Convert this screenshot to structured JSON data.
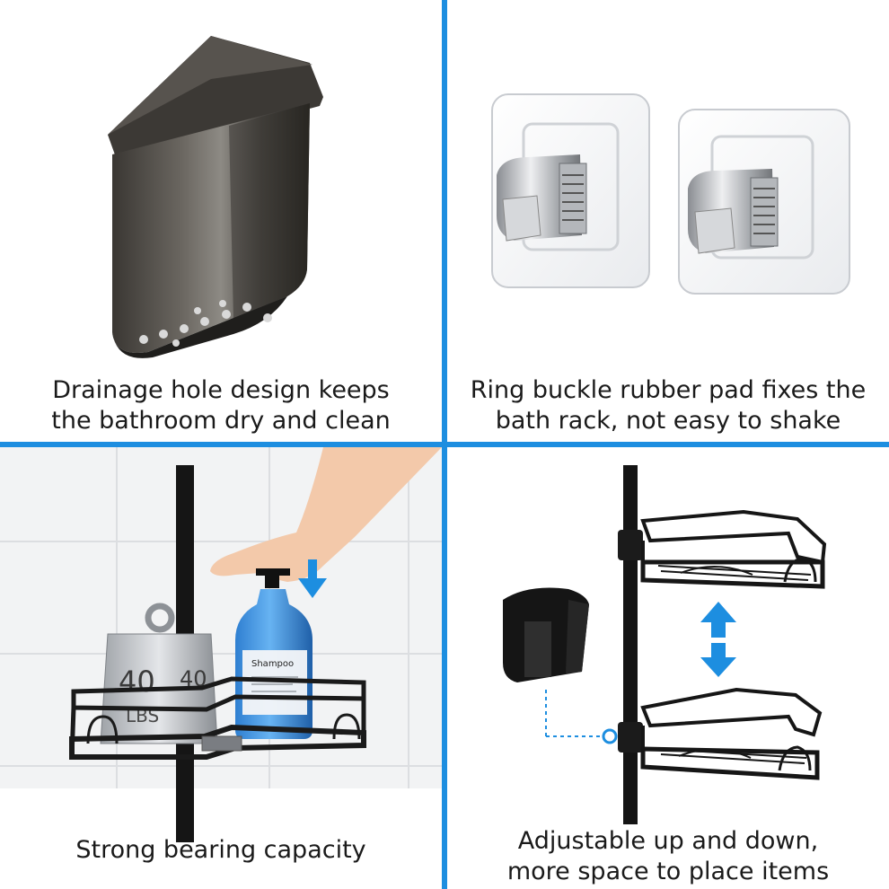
{
  "panels": {
    "top_left": {
      "caption_line1": "Drainage hole design keeps",
      "caption_line2": "the bathroom dry and clean",
      "subject": "dark-metal-cup-with-drainage-holes"
    },
    "top_right": {
      "caption_line1": "Ring buckle rubber pad fixes the",
      "caption_line2": "bath rack, not easy to shake",
      "subject": "two-adhesive-pads-with-ring-buckle-clips"
    },
    "bottom_left": {
      "caption_line1": "Strong bearing capacity",
      "weight_label": "40",
      "weight_unit": "LBS",
      "bottle_label": "Shampoo",
      "subject": "rack-holding-weight-and-bottle"
    },
    "bottom_right": {
      "caption_line1": "Adjustable up and down,",
      "caption_line2": "more space to place items",
      "subject": "pole-with-two-adjustable-baskets"
    }
  },
  "colors": {
    "divider": "#1d8ee0",
    "arrow": "#1d8ee0",
    "caption_text": "#1a1a1a",
    "metal_dark": "#2a2a2a"
  }
}
